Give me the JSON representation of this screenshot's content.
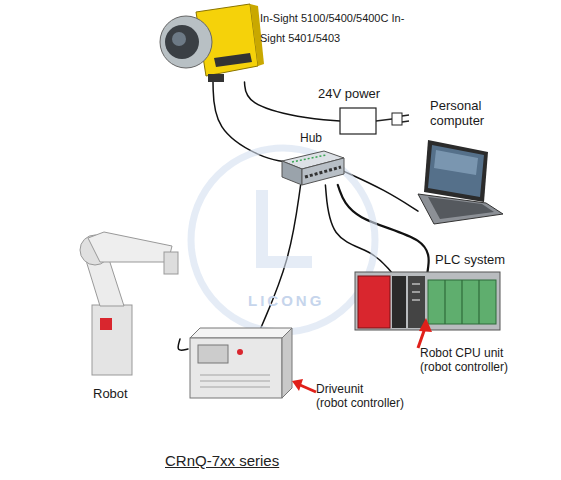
{
  "diagram": {
    "caption": "CRnQ-7xx series",
    "nodes": [
      {
        "text": [
          "In-Sight 5100/5400/5400C In-Sight 5401/5403"
        ]
      },
      {
        "text": [
          "24V power"
        ]
      },
      {
        "text": [
          "Hub"
        ]
      },
      {
        "text": [
          "Personal computer"
        ]
      },
      {
        "text": [
          "Robot"
        ]
      },
      {
        "text": [
          "PLC system",
          "Robot CPU unit",
          "(robot controller)"
        ]
      },
      {
        "text": [
          "Driveunit",
          "(robot controller)"
        ]
      }
    ],
    "edges": [
      {
        "from": 0,
        "to": 1,
        "arrow": "none"
      },
      {
        "from": 0,
        "to": 2,
        "arrow": "none"
      },
      {
        "from": 2,
        "to": 3,
        "arrow": "none"
      },
      {
        "from": 2,
        "to": 5,
        "arrow": "none"
      },
      {
        "from": 2,
        "to": 5,
        "arrow": "none"
      },
      {
        "from": 2,
        "to": 6,
        "arrow": "none"
      },
      {
        "from": 6,
        "to": 4,
        "arrow": "none"
      }
    ],
    "labels": [
      "LICONG"
    ]
  }
}
